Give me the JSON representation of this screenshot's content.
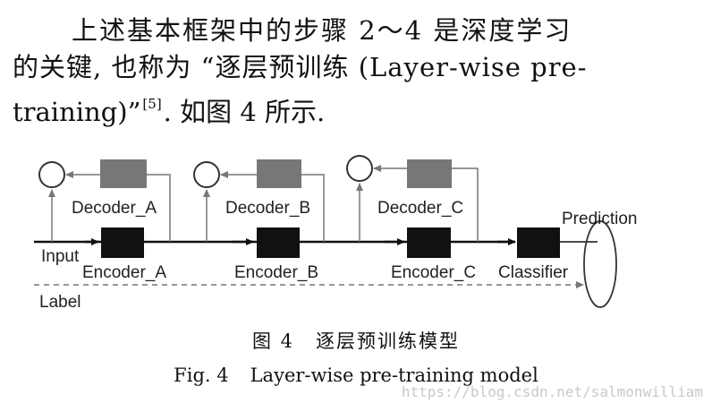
{
  "paragraph": {
    "line1": "上述基本框架中的步骤 2～4 是深度学习",
    "line2": "的关键, 也称为 “逐层预训练 (Layer-wise pre-",
    "line3_before": "training)”",
    "reference": "[5]",
    "line3_after": ". 如图 4 所示."
  },
  "diagram": {
    "input_label": "Input",
    "label_label": "Label",
    "encoders": [
      "Encoder_A",
      "Encoder_B",
      "Encoder_C"
    ],
    "decoders": [
      "Decoder_A",
      "Decoder_B",
      "Decoder_C"
    ],
    "classifier": "Classifier",
    "prediction": "Prediction"
  },
  "caption": {
    "zh_num": "图 4",
    "zh_title": "逐层预训练模型",
    "en_num": "Fig. 4",
    "en_title": "Layer-wise pre-training model"
  },
  "watermark": "https://blog.csdn.net/salmonwilliam"
}
